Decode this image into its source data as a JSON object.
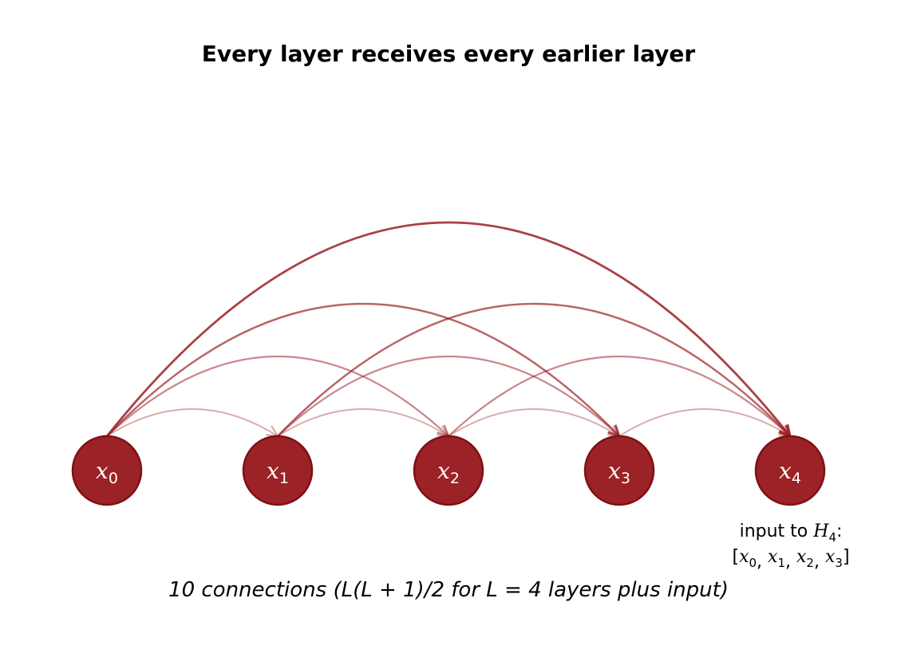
{
  "title": "Every layer receives every earlier layer",
  "colors": {
    "node_fill": "#9b2226",
    "node_stroke": "#7f1014",
    "edge": "#9b2226",
    "label": "#ffffff"
  },
  "nodes": [
    {
      "id": "x0",
      "base": "x",
      "sub": "0"
    },
    {
      "id": "x1",
      "base": "x",
      "sub": "1"
    },
    {
      "id": "x2",
      "base": "x",
      "sub": "2"
    },
    {
      "id": "x3",
      "base": "x",
      "sub": "3"
    },
    {
      "id": "x4",
      "base": "x",
      "sub": "4"
    }
  ],
  "edges": [
    {
      "from": 0,
      "to": 1
    },
    {
      "from": 0,
      "to": 2
    },
    {
      "from": 0,
      "to": 3
    },
    {
      "from": 0,
      "to": 4
    },
    {
      "from": 1,
      "to": 2
    },
    {
      "from": 1,
      "to": 3
    },
    {
      "from": 1,
      "to": 4
    },
    {
      "from": 2,
      "to": 3
    },
    {
      "from": 2,
      "to": 4
    },
    {
      "from": 3,
      "to": 4
    }
  ],
  "annotation": {
    "line1_prefix": "input to ",
    "line1_var": "H",
    "line1_sub": "4",
    "line1_suffix": ":",
    "line2": [
      {
        "base": "x",
        "sub": "0"
      },
      {
        "base": "x",
        "sub": "1"
      },
      {
        "base": "x",
        "sub": "2"
      },
      {
        "base": "x",
        "sub": "3"
      }
    ]
  },
  "caption": "10 connections (L(L + 1)/2 for L = 4 layers plus input)"
}
